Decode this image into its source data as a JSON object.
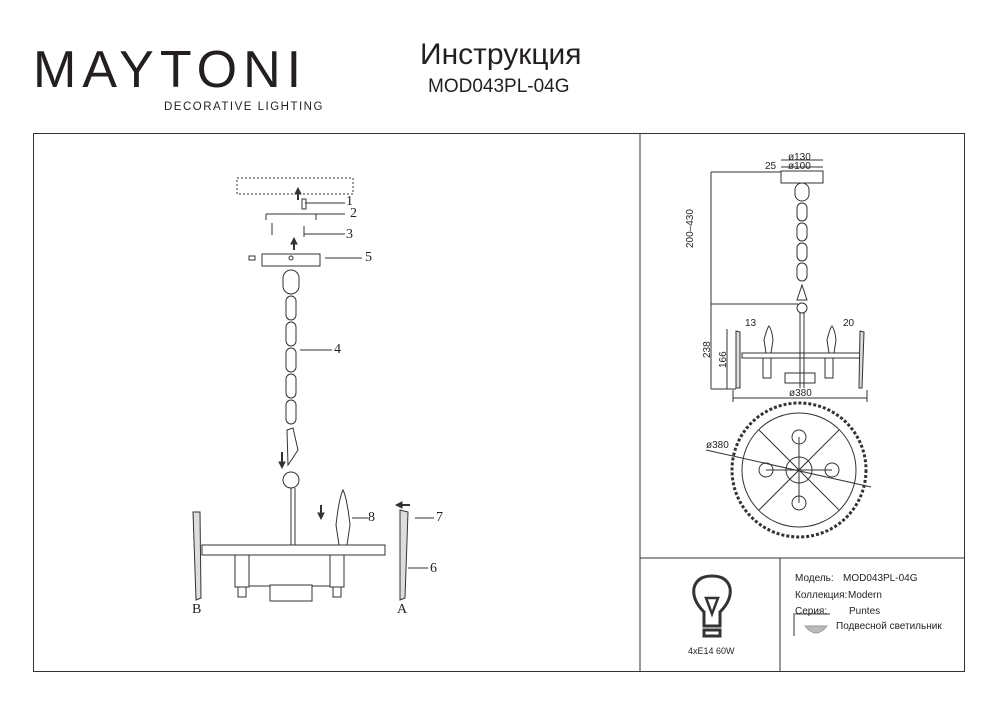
{
  "header": {
    "logo": "MAYTONI",
    "logo_tagline": "DECORATIVE LIGHTING",
    "title": "Инструкция",
    "model": "MOD043PL-04G"
  },
  "assembly": {
    "callouts": [
      "1",
      "2",
      "3",
      "4",
      "5",
      "6",
      "7",
      "8"
    ],
    "side_a": "A",
    "side_b": "B"
  },
  "dimensions": {
    "canopy_outer": "ø130",
    "canopy_inner": "ø100",
    "canopy_height": "25",
    "chain_length": "200–430",
    "total_body": "238",
    "body_height": "166",
    "left_offset": "13",
    "right_offset": "20",
    "width": "ø380",
    "top_diameter": "ø380"
  },
  "specs": {
    "bulb": "4xE14 60W",
    "model_label": "Модель:",
    "model_value": "MOD043PL-04G",
    "collection_label": "Коллекция:",
    "collection_value": "Modern",
    "series_label": "Серия:",
    "series_value": "Puntes",
    "type_value": "Подвесной светильник"
  }
}
